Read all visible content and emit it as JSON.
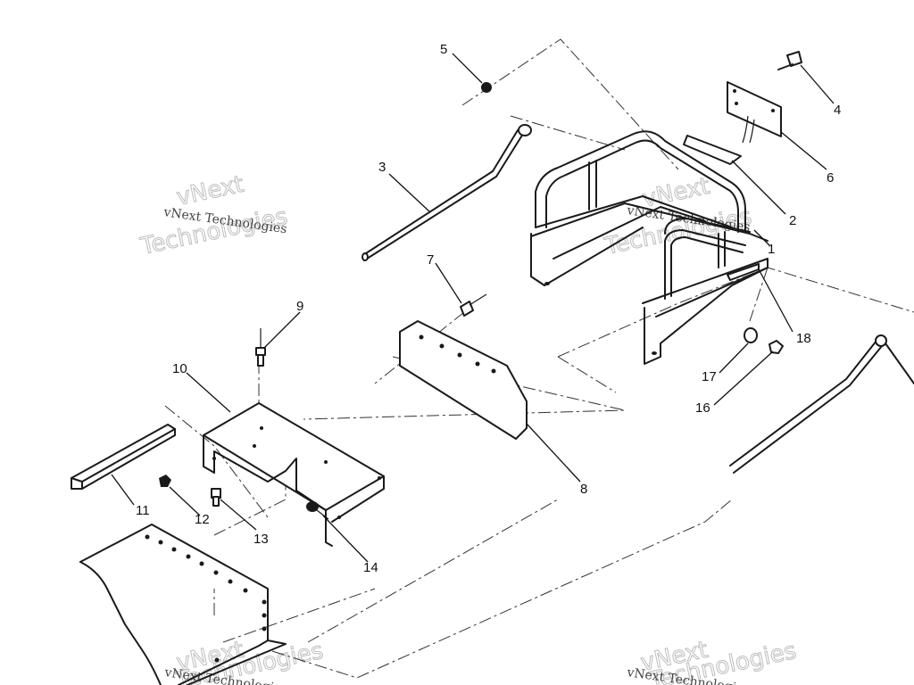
{
  "callouts": [
    {
      "id": "c1",
      "text": "1"
    },
    {
      "id": "c2",
      "text": "2"
    },
    {
      "id": "c3",
      "text": "3"
    },
    {
      "id": "c4",
      "text": "4"
    },
    {
      "id": "c5",
      "text": "5"
    },
    {
      "id": "c6",
      "text": "6"
    },
    {
      "id": "c7",
      "text": "7"
    },
    {
      "id": "c8",
      "text": "8"
    },
    {
      "id": "c9",
      "text": "9"
    },
    {
      "id": "c10",
      "text": "10"
    },
    {
      "id": "c11",
      "text": "11"
    },
    {
      "id": "c12",
      "text": "12"
    },
    {
      "id": "c13",
      "text": "13"
    },
    {
      "id": "c14",
      "text": "14"
    },
    {
      "id": "c16",
      "text": "16"
    },
    {
      "id": "c17",
      "text": "17"
    },
    {
      "id": "c18",
      "text": "18"
    }
  ],
  "watermark": {
    "company_line1": "vNext",
    "company_line2": "Technologies",
    "company_full": "vNext Technologies"
  },
  "colors": {
    "line": "#1a1a1a",
    "watermark": "#bdbdbd",
    "background": "#ffffff"
  }
}
